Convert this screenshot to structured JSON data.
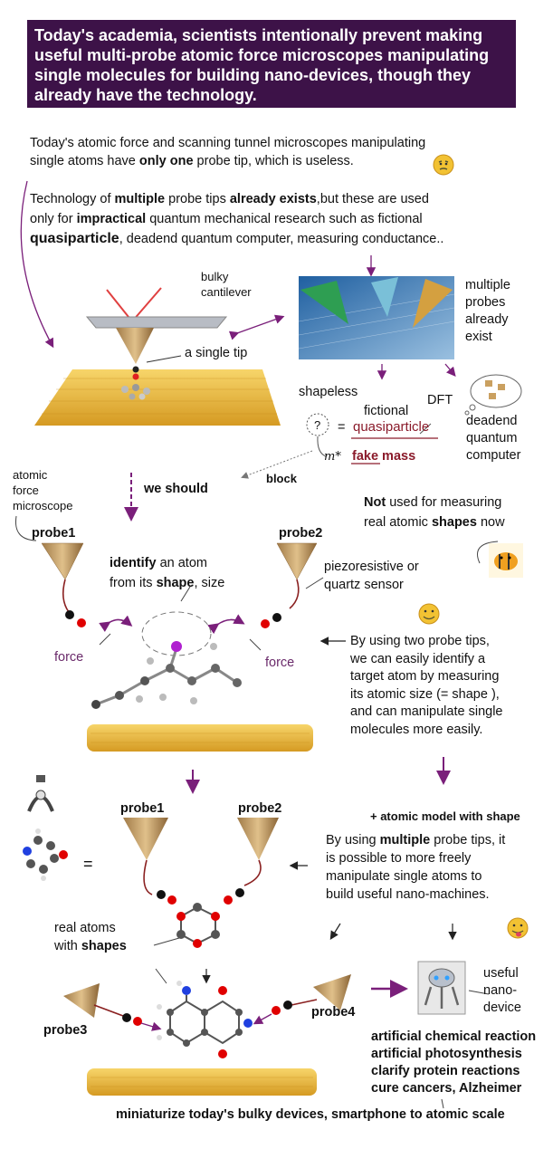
{
  "banner": {
    "p1": "Today's academia, scientists ",
    "p2": "intentionally prevent",
    "p3": " making useful multi-probe atomic force microscopes manipulating single molecules for building nano-devices, though they already have the technology."
  },
  "intro": {
    "l1": "Today's atomic force and scanning tunnel microscopes manipulating",
    "l2a": "single atoms have ",
    "l2b": "only one",
    "l2c": " probe tip, which is useless.",
    "m1a": "Technology of ",
    "m1b": "multiple",
    "m1c": " probe tips ",
    "m1d": "already exists",
    "m1e": ",but these are used",
    "m2a": "only for ",
    "m2b": "impractical",
    "m2c": " quantum mechanical research such as fictional",
    "m3a": "quasiparticle",
    "m3b": ",  deadend quantum computer, measuring conductance.."
  },
  "top_diagram": {
    "cantilever": [
      "bulky",
      "cantilever"
    ],
    "single_tip": "a single tip",
    "multi": [
      "multiple",
      "probes",
      "already",
      "exist"
    ],
    "shapeless": "shapeless",
    "fictional": "fictional",
    "dft": "DFT",
    "qmark": "?",
    "equals": "=",
    "quasiparticle": "quasiparticle",
    "mstar": "m*",
    "fake": "fake",
    "mass": " mass",
    "deadend": [
      "deadend",
      "quantum",
      "computer"
    ]
  },
  "middle": {
    "afm": [
      "atomic",
      "force",
      "microscope"
    ],
    "we_should": "we should",
    "block": "block",
    "not_used_a": "Not",
    "not_used_b": " used for measuring",
    "real_shapes_a": "real atomic ",
    "real_shapes_b": "shapes",
    "real_shapes_c": " now",
    "probe1": "probe1",
    "probe2": "probe2",
    "identify_a": "identify",
    "identify_b": " an atom",
    "identify_c": "from its ",
    "identify_d": "shape",
    "identify_e": ", size",
    "sensor": [
      "piezoresistive or",
      "quartz sensor"
    ],
    "force_left": "force",
    "force_right": "force",
    "two_probe": [
      "By using two probe tips,",
      "we can easily identify a",
      "target atom by measuring",
      "its atomic size (= shape ),",
      "and can manipulate single",
      "molecules more easily."
    ]
  },
  "bottom": {
    "probe1": "probe1",
    "probe2": "probe2",
    "probe3": "probe3",
    "probe4": "probe4",
    "atomic_model": "+ atomic model with shape",
    "multi_a": "By using ",
    "multi_b": "multiple",
    "multi_c": " probe tips, it",
    "multi_lines": [
      "is possible to more freely",
      "manipulate single atoms to",
      "build useful nano-machines."
    ],
    "real_atoms_a": "real atoms",
    "real_atoms_b": "with ",
    "real_atoms_c": "shapes",
    "device": [
      "useful",
      "nano-",
      "device"
    ],
    "applications": [
      "artificial chemical reaction",
      "artificial photosynthesis",
      "clarify protein reactions",
      "cure cancers, Alzheimer"
    ],
    "miniaturize": "miniaturize today's bulky devices, smartphone to atomic scale"
  },
  "colors": {
    "banner_bg": "#3d1248",
    "gold": "#e8b640",
    "probe_tip": "#c9a46a",
    "purple_arrow": "#7a1f7a",
    "maroon_text": "#8a1a2a"
  }
}
